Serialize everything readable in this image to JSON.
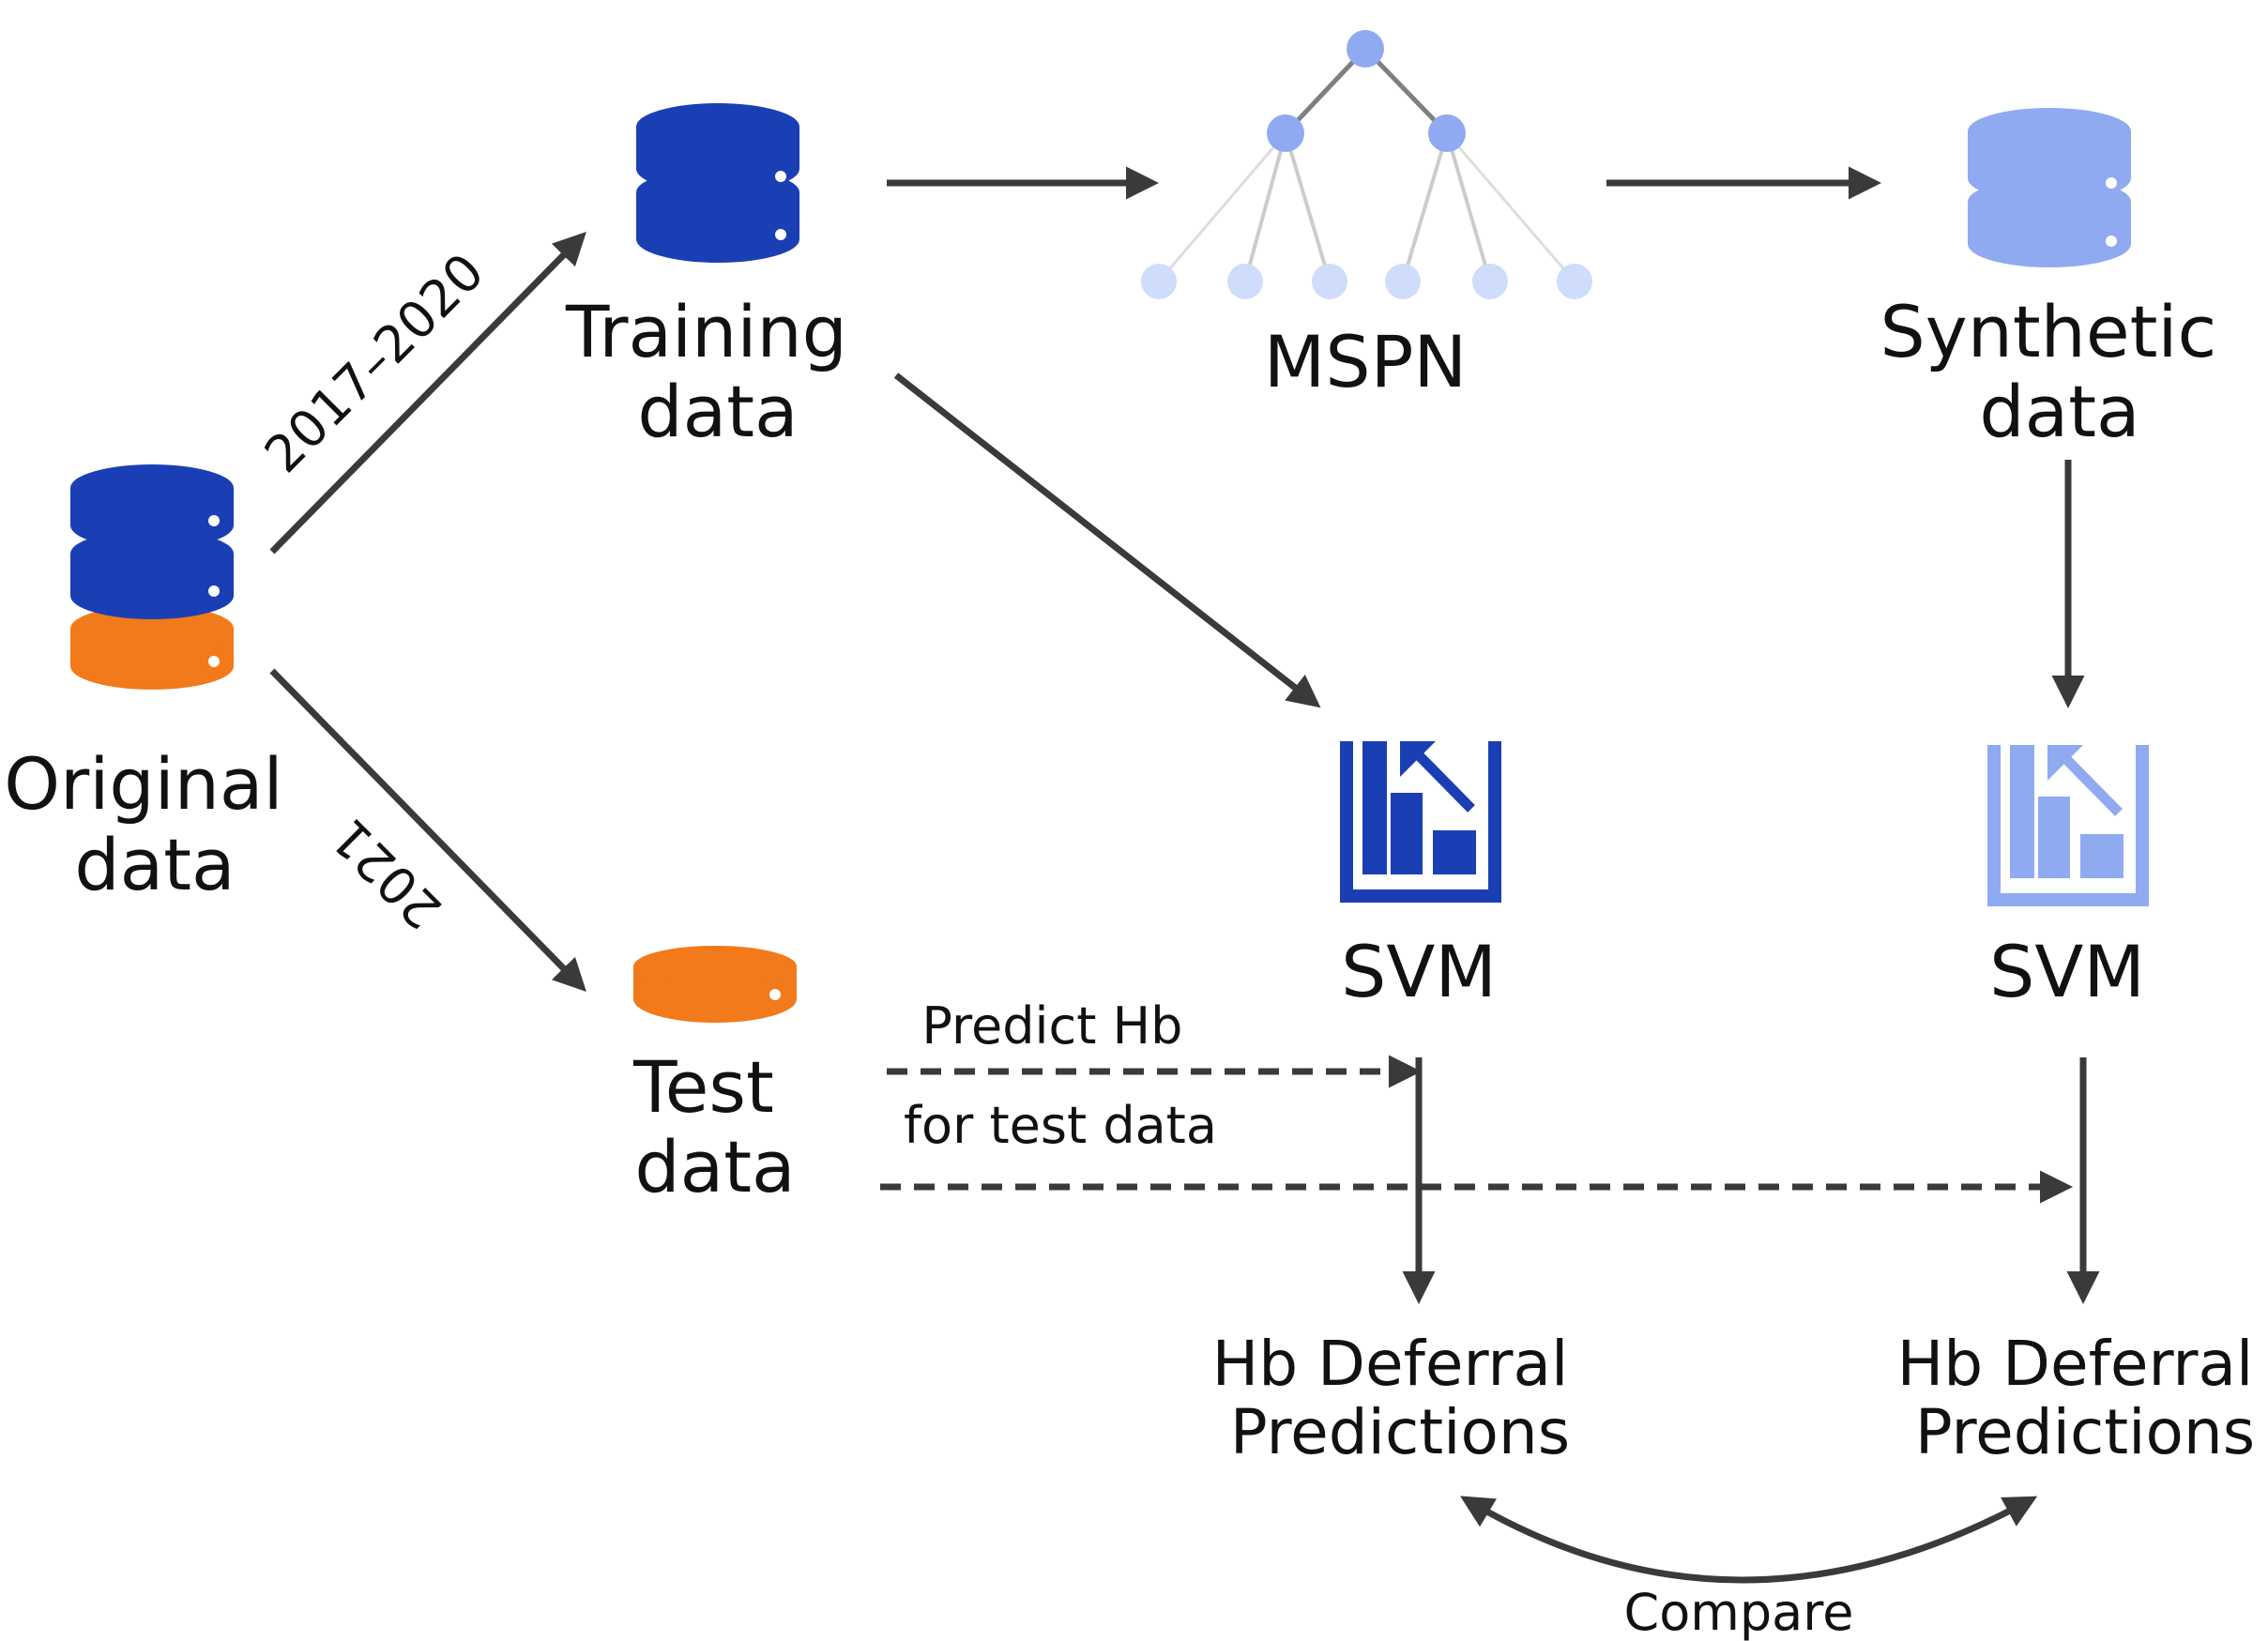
{
  "labels": {
    "original": [
      "Original",
      "data"
    ],
    "training": [
      "Training",
      "data"
    ],
    "test": [
      "Test",
      "data"
    ],
    "mspn": "MSPN",
    "synthetic": [
      "Synthetic",
      "data"
    ],
    "svm_real": "SVM",
    "svm_synth": "SVM",
    "pred_real": [
      "Hb Deferral",
      "Predictions"
    ],
    "pred_synth": [
      "Hb Deferral",
      "Predictions"
    ],
    "year_train": "2017–2020",
    "year_test": "2021",
    "predict": [
      "Predict Hb",
      "for test data"
    ],
    "compare": "Compare"
  },
  "colors": {
    "dark_blue": "#1a3fb5",
    "light_blue": "#8faaf0",
    "orange": "#f27a1a",
    "arrow": "#3a3a3a",
    "text": "#111111"
  },
  "icons": {
    "database": "database-icon",
    "tree": "tree-network-icon",
    "svm": "bar-chart-icon"
  }
}
